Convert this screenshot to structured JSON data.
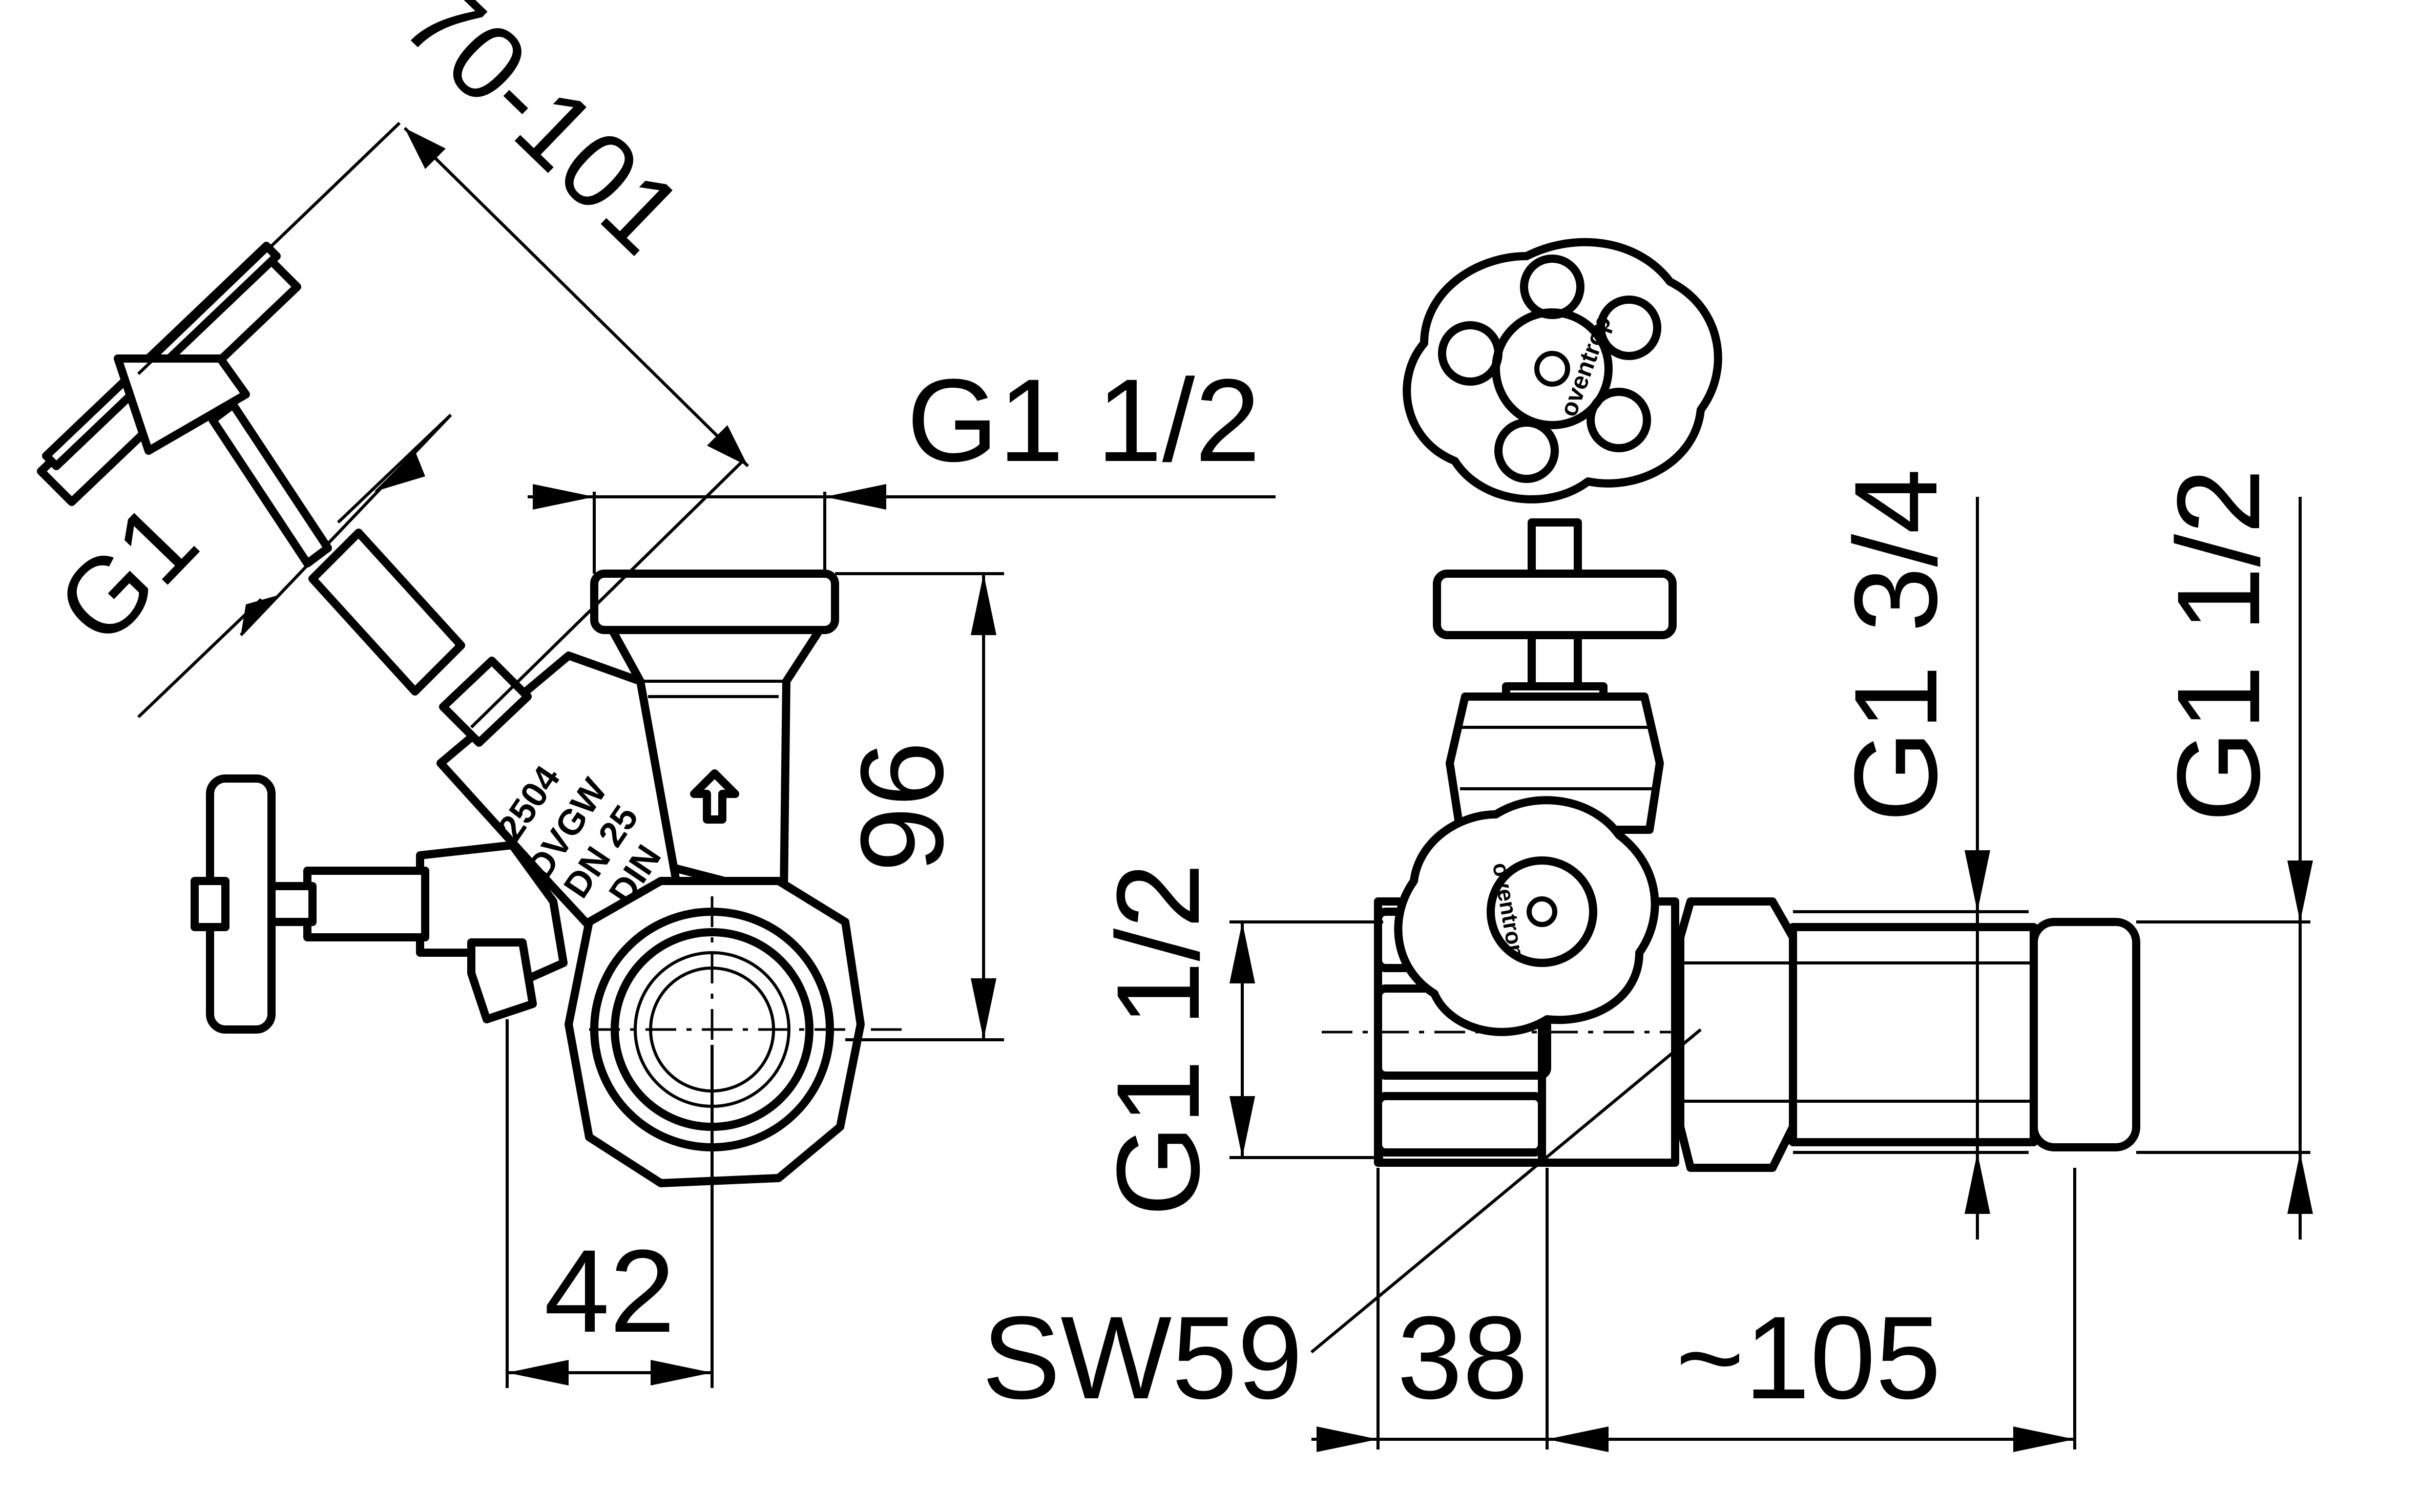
{
  "dimensions": {
    "angled_length": "70-101",
    "top_thread_left": "G1 1/2",
    "side_thread_g1": "G1",
    "height_96": "96",
    "width_42": "42",
    "left_thread_right_view": "G1 1/2",
    "middle_thread_right_view": "G1 3/4",
    "right_thread_right_view": "G1 1/2",
    "wrench_size": "SW59",
    "length_38": "38",
    "length_105": "~105"
  },
  "body_markings": {
    "code": "2504",
    "cert": "DVGW",
    "size": "DN 25",
    "norm": "DIN"
  },
  "handwheel_text": "oventrop"
}
